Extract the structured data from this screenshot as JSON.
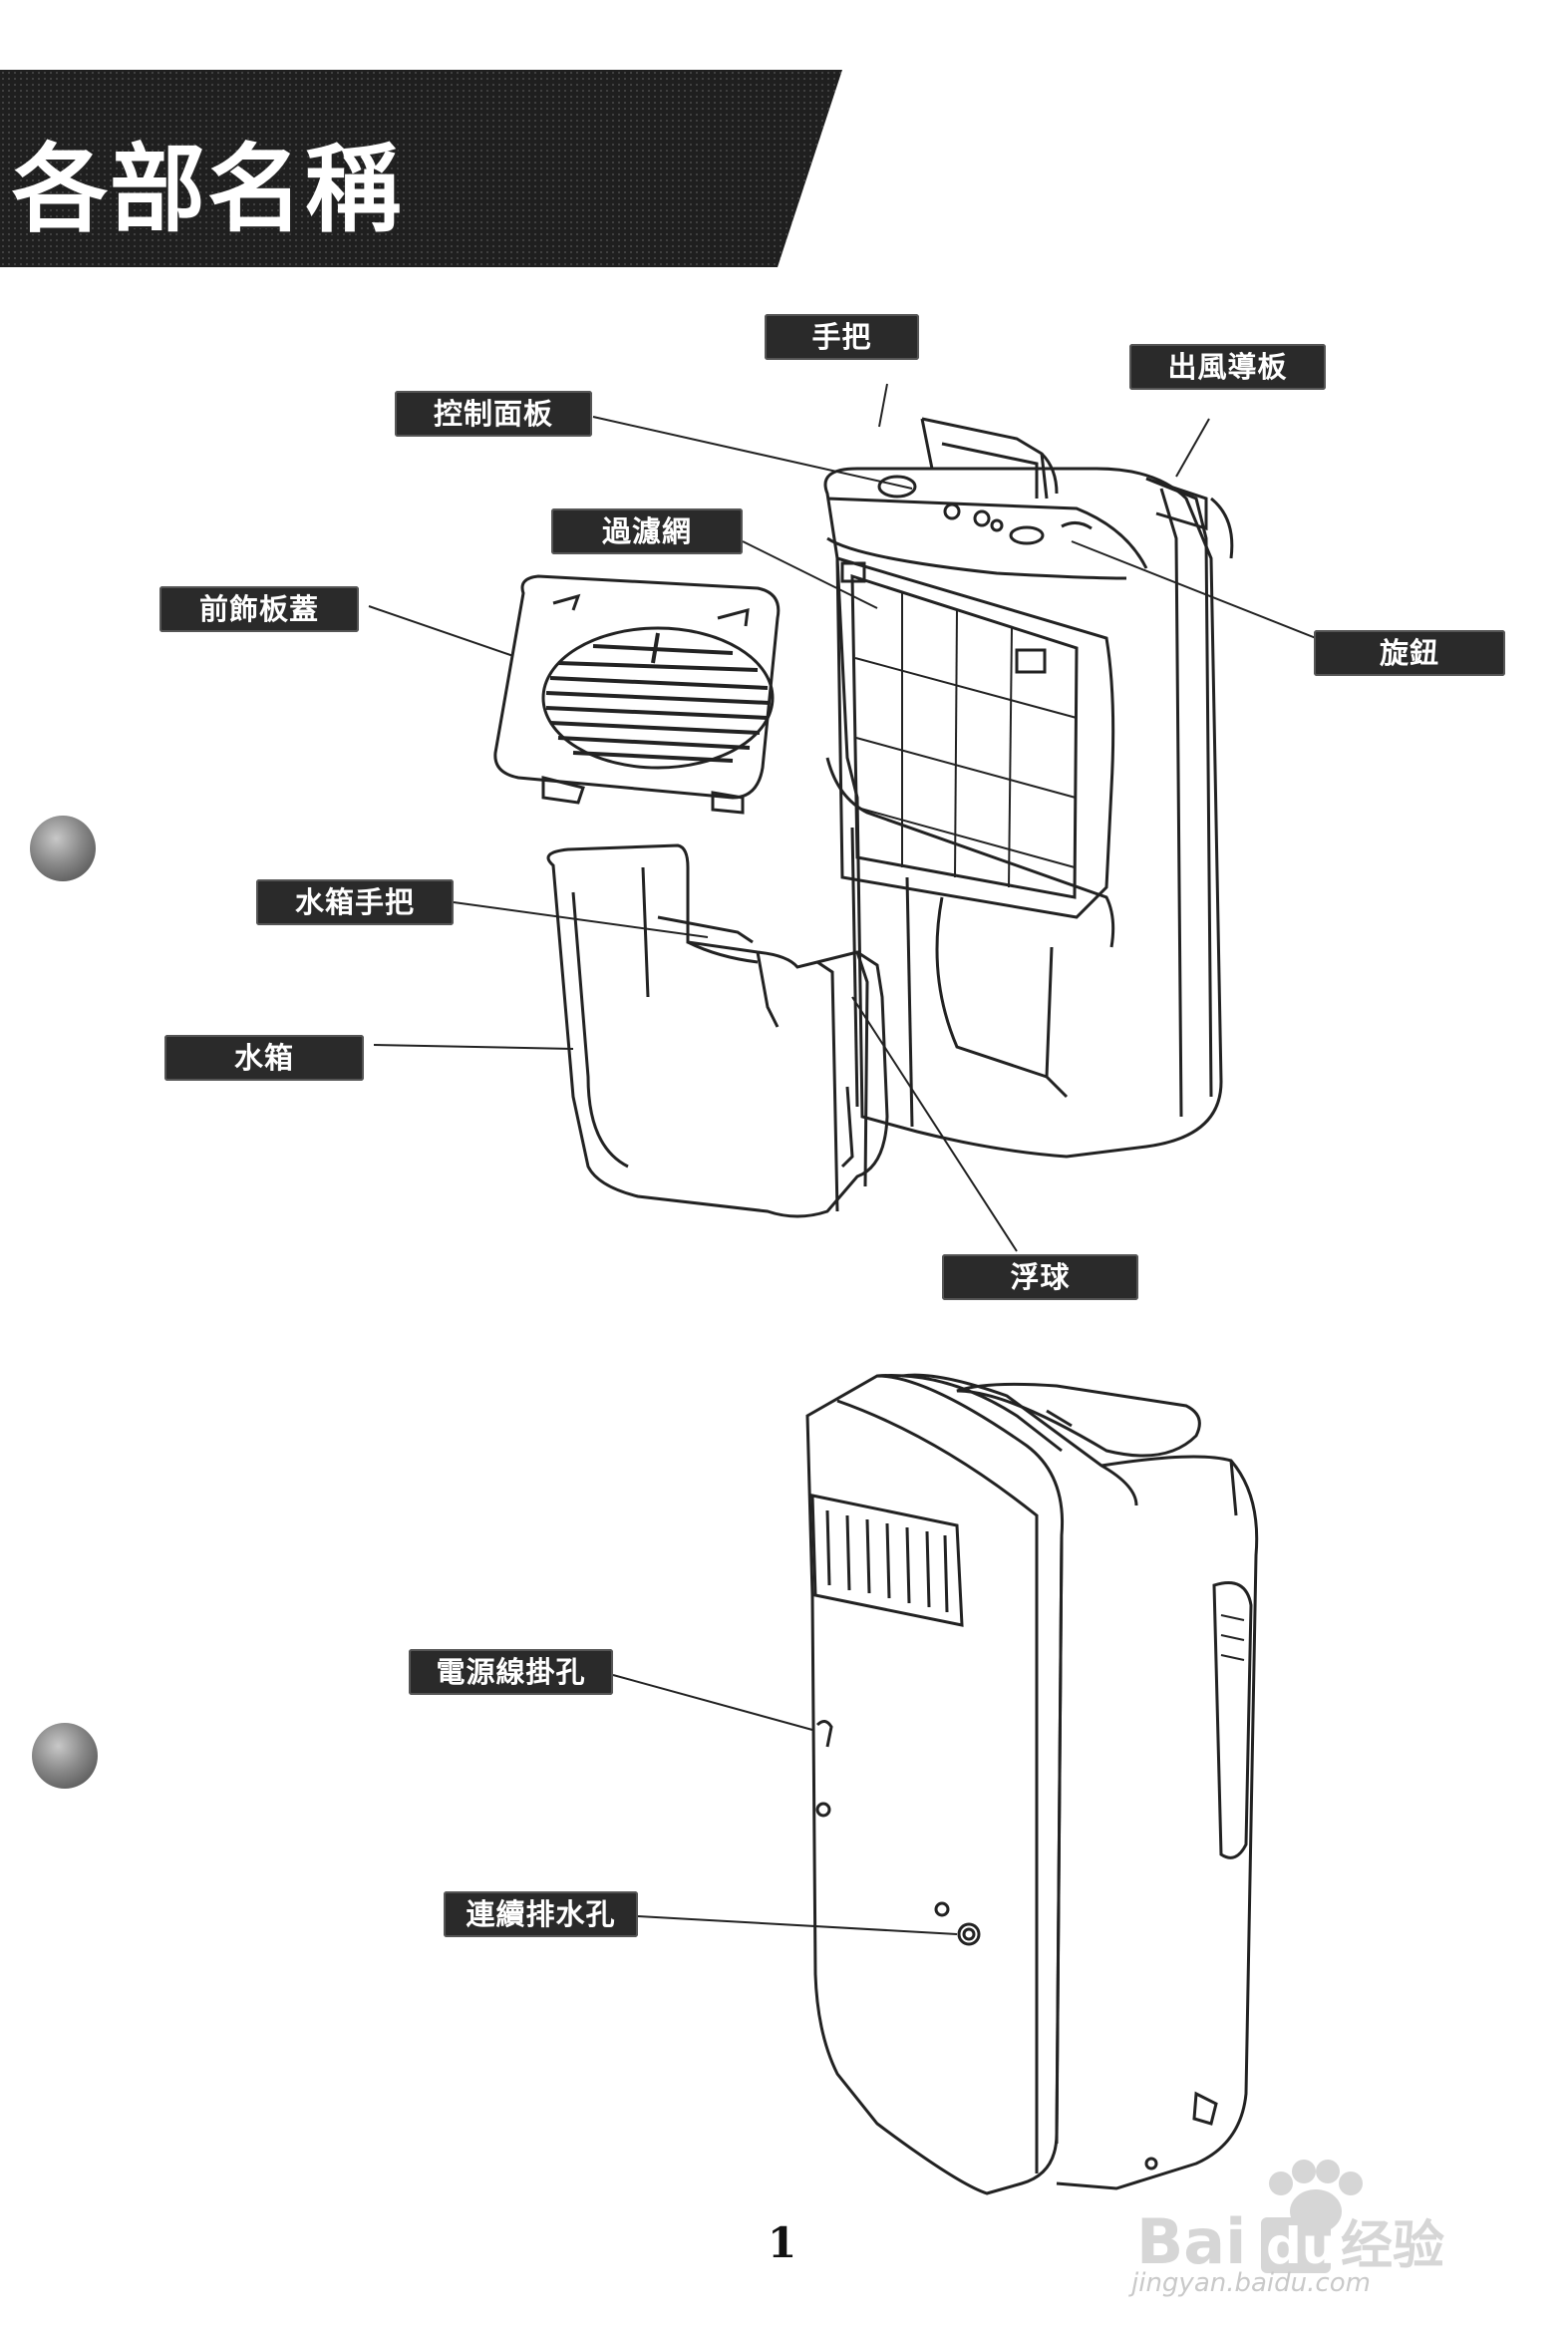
{
  "header": {
    "title": "各部名稱"
  },
  "labels": {
    "handle": "手把",
    "air_outlet_guide": "出風導板",
    "control_panel": "控制面板",
    "filter": "過濾網",
    "front_cover": "前飾板蓋",
    "knob": "旋鈕",
    "tank_handle": "水箱手把",
    "water_tank": "水箱",
    "float": "浮球",
    "cord_hook_hole": "電源線掛孔",
    "drain_hole": "連續排水孔"
  },
  "footer": {
    "page_number": "1"
  },
  "watermark": {
    "brand": "Bai du 经验",
    "url": "jingyan.baidu.com"
  }
}
